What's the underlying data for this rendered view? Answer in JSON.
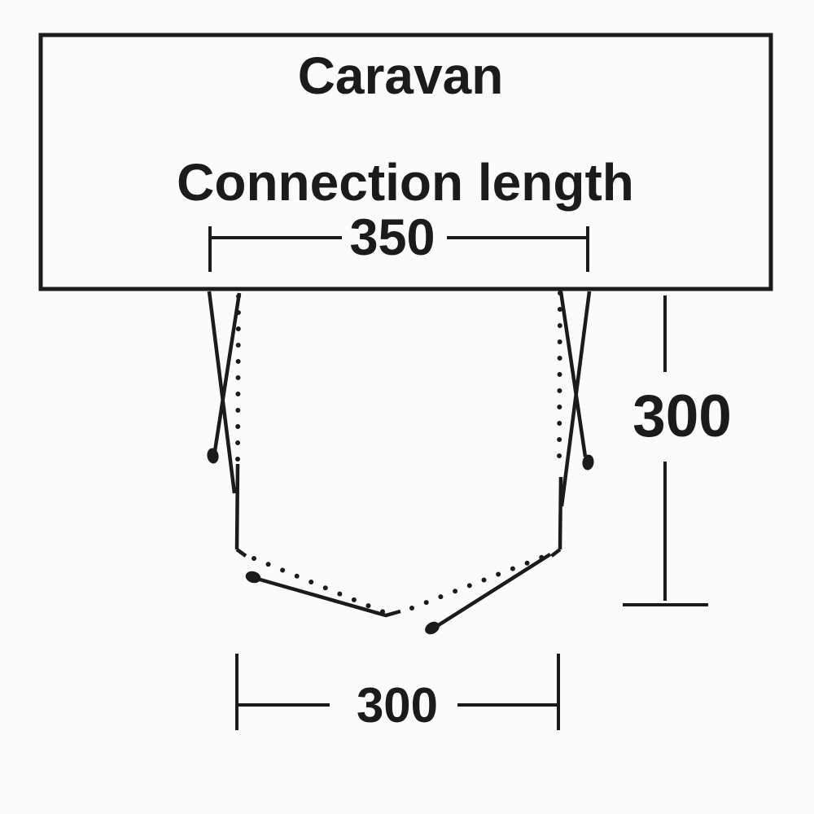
{
  "diagram": {
    "title": "Caravan",
    "subtitle": "Connection length",
    "dimensions": {
      "connection_length": "350",
      "awning_depth": "300",
      "awning_front_width": "300"
    },
    "colors": {
      "ink": "#1b1b1b",
      "background": "#fbfbfb"
    }
  }
}
